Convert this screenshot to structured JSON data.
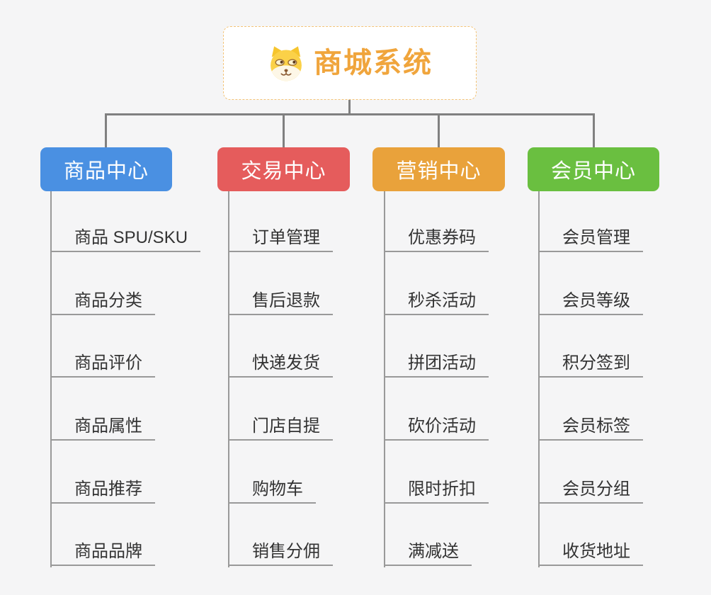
{
  "root": {
    "title": "商城系统",
    "icon": "shiba-dog-icon"
  },
  "colors": {
    "canvas_bg": "#f5f5f6",
    "connector_gray": "#808080",
    "leaf_line_gray": "#999999",
    "leaf_text": "#333333",
    "root_title_orange": "#f0a53c",
    "root_border_orange": "#f3c377",
    "branch_blue": "#4a90e2",
    "branch_red": "#e55c5c",
    "branch_orange": "#e9a23b",
    "branch_green": "#6abf40"
  },
  "branches": [
    {
      "label": "商品中心",
      "color": "#4a90e2",
      "items": [
        "商品 SPU/SKU",
        "商品分类",
        "商品评价",
        "商品属性",
        "商品推荐",
        "商品品牌"
      ]
    },
    {
      "label": "交易中心",
      "color": "#e55c5c",
      "items": [
        "订单管理",
        "售后退款",
        "快递发货",
        "门店自提",
        "购物车",
        "销售分佣"
      ]
    },
    {
      "label": "营销中心",
      "color": "#e9a23b",
      "items": [
        "优惠券码",
        "秒杀活动",
        "拼团活动",
        "砍价活动",
        "限时折扣",
        "满减送"
      ]
    },
    {
      "label": "会员中心",
      "color": "#6abf40",
      "items": [
        "会员管理",
        "会员等级",
        "积分签到",
        "会员标签",
        "会员分组",
        "收货地址"
      ]
    }
  ]
}
